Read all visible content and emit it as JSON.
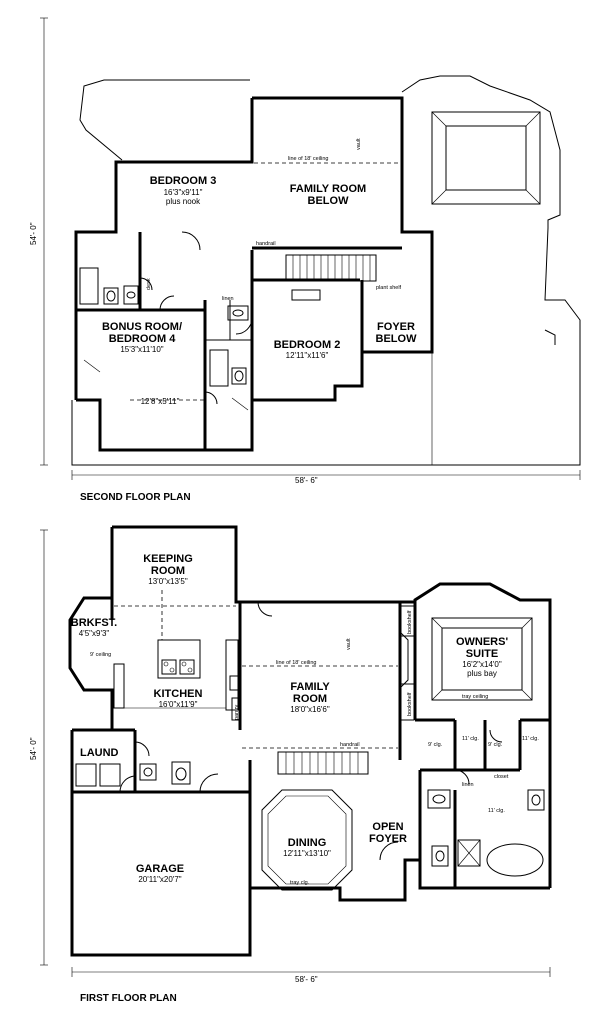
{
  "second_floor": {
    "caption": "SECOND FLOOR PLAN",
    "overall_width": "58'- 6\"",
    "overall_depth": "54'- 0\"",
    "rooms": {
      "bedroom3": {
        "name": "BEDROOM 3",
        "size": "16'3\"x9'11\"",
        "note": "plus nook"
      },
      "family_below": {
        "name_line1": "FAMILY ROOM",
        "name_line2": "BELOW"
      },
      "bonus": {
        "name_line1": "BONUS ROOM/",
        "name_line2": "BEDROOM 4",
        "size": "15'3\"x11'10\""
      },
      "bonus_nook": {
        "size": "12'8\"x5'11\""
      },
      "bedroom2": {
        "name": "BEDROOM 2",
        "size": "12'11\"x11'6\""
      },
      "foyer_below": {
        "name_line1": "FOYER",
        "name_line2": "BELOW"
      }
    },
    "notes": {
      "ceiling_line": "line of 18' ceiling",
      "handrail": "handrail",
      "plant_shelf": "plant shelf",
      "linen": "linen",
      "desk": "desk",
      "vault": "vault"
    }
  },
  "first_floor": {
    "caption": "FIRST FLOOR PLAN",
    "overall_width": "58'- 6\"",
    "overall_depth": "54'- 0\"",
    "rooms": {
      "keeping": {
        "name_line1": "KEEPING",
        "name_line2": "ROOM",
        "size": "13'0\"x13'5\""
      },
      "brkfst": {
        "name": "BRKFST.",
        "size": "4'5\"x9'3\""
      },
      "kitchen": {
        "name": "KITCHEN",
        "size": "16'0\"x11'9\""
      },
      "family": {
        "name_line1": "FAMILY",
        "name_line2": "ROOM",
        "size": "18'0\"x16'6\""
      },
      "owners": {
        "name_line1": "OWNERS'",
        "name_line2": "SUITE",
        "size": "16'2\"x14'0\"",
        "note": "plus bay"
      },
      "laund": {
        "name": "LAUND"
      },
      "garage": {
        "name": "GARAGE",
        "size": "20'11\"x20'7\""
      },
      "dining": {
        "name": "DINING",
        "size": "12'11\"x13'10\""
      },
      "open_foyer": {
        "name_line1": "OPEN",
        "name_line2": "FOYER"
      }
    },
    "notes": {
      "ceiling_line": "line of 18' ceiling",
      "nine_ceiling": "9' ceiling",
      "tray_ceiling": "tray ceiling",
      "tray_clg": "tray clg.",
      "handrail": "handrail",
      "bookshelf": "bookshelf",
      "pantry": "pantry",
      "linen": "linen",
      "closet": "closet",
      "nine_clg": "9' clg.",
      "eleven_clg": "11' clg.",
      "vault": "vault"
    }
  }
}
